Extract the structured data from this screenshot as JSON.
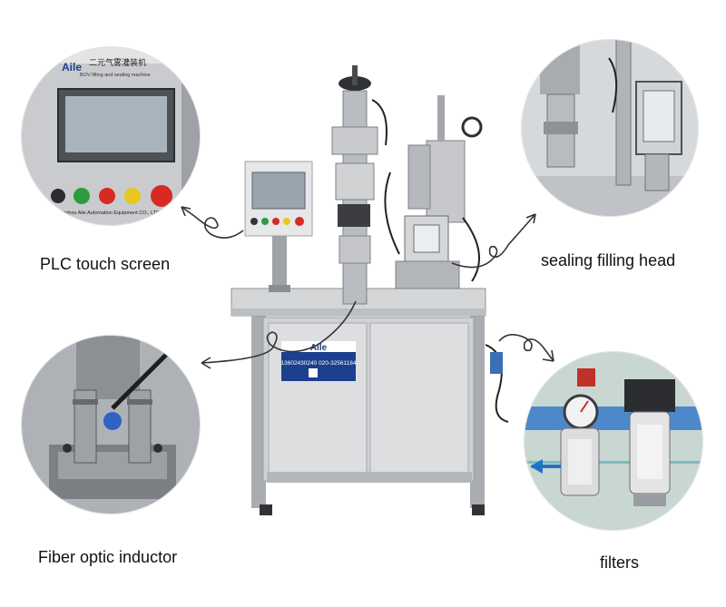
{
  "callouts": {
    "plc": {
      "label": "PLC touch screen"
    },
    "sealing": {
      "label": "sealing filling head"
    },
    "fiber": {
      "label": "Fiber optic inductor"
    },
    "filters": {
      "label": "filters"
    }
  },
  "plc_panel": {
    "title_cn": "二元气雾灌装机",
    "title_en": "BOV filling and sealing machine",
    "company": "Guangzhou Aile Automation Equipment CO., LTD",
    "brand": "Aile"
  },
  "machine_sign": {
    "brand": "Aile",
    "phone_1": "13602430240",
    "phone_2": "020-32561184"
  },
  "colors": {
    "steel": "#b9bcc0",
    "panel": "#d9dadc",
    "sign_blue": "#1d3f8f",
    "button_green": "#2e9b3c",
    "button_red": "#d62a22",
    "button_yellow": "#e8c81a",
    "arrow_blue": "#1e73c8"
  }
}
